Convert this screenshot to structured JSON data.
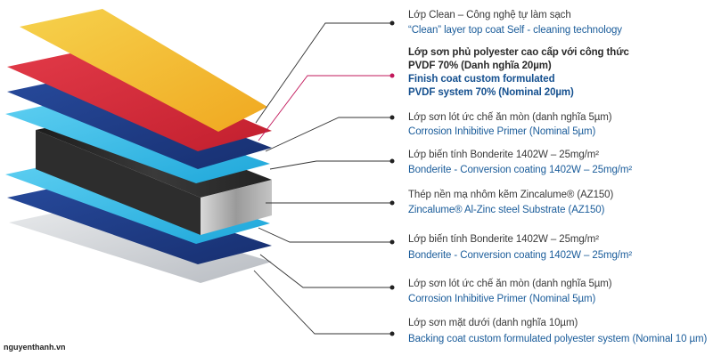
{
  "layers": [
    {
      "vi": "Lớp Clean – Công nghệ tự làm sạch",
      "en": "“Clean” layer top coat   Self - cleaning technology",
      "color": "#f2c23a",
      "emphasis": false
    },
    {
      "vi": "Lớp sơn phủ polyester cao cấp với công thức",
      "vi2": "PVDF 70% (Danh nghĩa 20µm)",
      "en": "Finish coat custom formulated",
      "en2": "PVDF system 70% (Nominal 20µm)",
      "color": "#d62b3a",
      "emphasis": true
    },
    {
      "vi": "Lớp sơn lót ức chế ăn mòn (danh nghĩa 5µm)",
      "en": "Corrosion Inhibitive Primer (Nominal 5µm)",
      "color": "#1f3c86",
      "emphasis": false
    },
    {
      "vi": "Lớp biến tính Bonderite 1402W – 25mg/m²",
      "en": "Bonderite - Conversion coating 1402W – 25mg/m²",
      "color": "#2fb9e6",
      "emphasis": false
    },
    {
      "vi": "Thép nền mạ nhôm kẽm Zincalume® (AZ150)",
      "en": "Zincalume® Al-Zinc steel Substrate (AZ150)",
      "color": "#7d7d7d",
      "emphasis": false
    },
    {
      "vi": "Lớp biến tính Bonderite 1402W – 25mg/m²",
      "en": "Bonderite - Conversion coating 1402W – 25mg/m²",
      "color": "#2fb9e6",
      "emphasis": false
    },
    {
      "vi": "Lớp sơn lót ức chế ăn mòn (danh nghĩa 5µm)",
      "en": "Corrosion Inhibitive Primer (Nominal 5µm)",
      "color": "#1f3c86",
      "emphasis": false
    },
    {
      "vi": "Lớp sơn mặt dưới (danh nghĩa 10µm)",
      "en": "Backing coat custom formulated polyester system (Nominal 10 µm)",
      "color": "#cfd3d8",
      "emphasis": false
    }
  ],
  "credit": "nguyenthanh.vn",
  "colors": {
    "line": "#333333",
    "accent_line": "#c2185b",
    "vi_text": "#3a3a3a",
    "en_text": "#1a5c9a"
  }
}
